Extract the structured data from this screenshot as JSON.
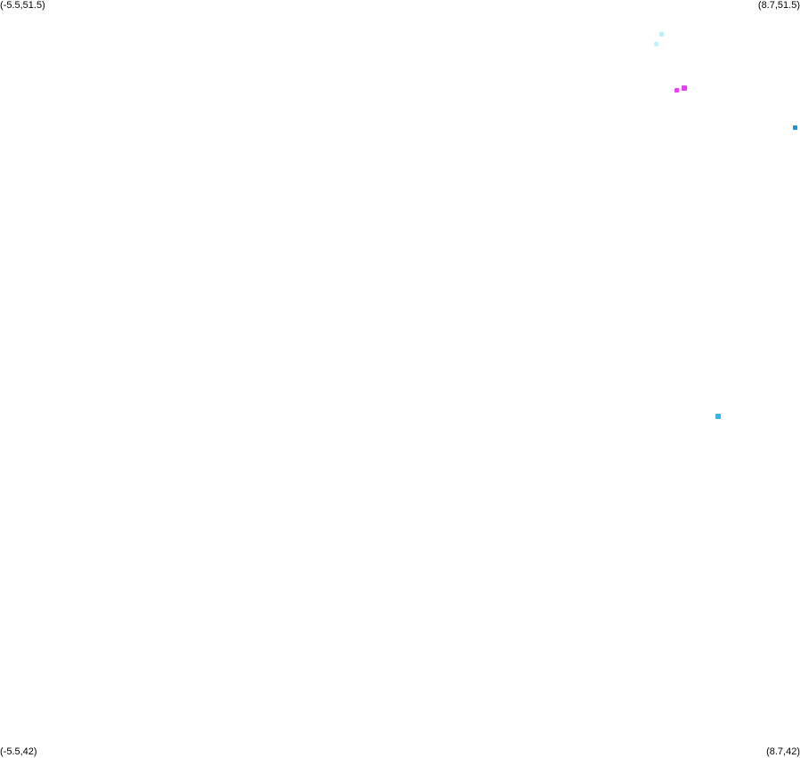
{
  "corners": {
    "top_left": "(-5.5,51.5)",
    "top_right": "(8.7,51.5)",
    "bottom_left": "(-5.5,42)",
    "bottom_right": "(8.7,42)"
  },
  "extent": {
    "lon_min": -5.5,
    "lon_max": 8.7,
    "lat_min": 42,
    "lat_max": 51.5
  },
  "points": [
    {
      "lon": 6.25,
      "lat": 51.07,
      "color": "#aef3fb"
    },
    {
      "lon": 6.15,
      "lat": 50.95,
      "color": "#b8f6fb"
    },
    {
      "lon": 6.65,
      "lat": 50.4,
      "color": "#e040f6"
    },
    {
      "lon": 6.52,
      "lat": 50.37,
      "color": "#ec3ef0"
    },
    {
      "lon": 8.62,
      "lat": 49.9,
      "color": "#1493d6"
    },
    {
      "lon": 7.25,
      "lat": 46.28,
      "color": "#3ab3ea"
    }
  ]
}
